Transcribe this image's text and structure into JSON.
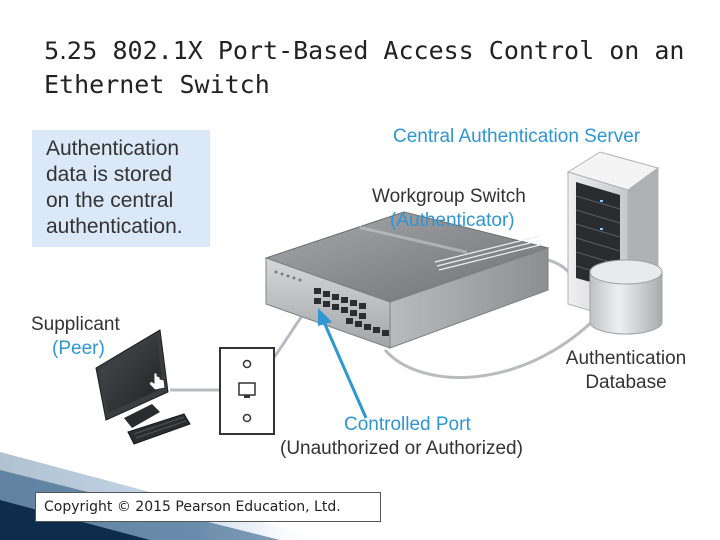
{
  "title": {
    "number": "5.25",
    "text": "802.1X Port-Based Access Control on an Ethernet Switch"
  },
  "callout": {
    "lines": [
      "Authentication",
      "data is stored",
      "on the central",
      "authentication."
    ]
  },
  "labels": {
    "server": "Central Authentication Server",
    "switch_name": "Workgroup Switch",
    "switch_role": "(Authenticator)",
    "supplicant_name": "Supplicant",
    "supplicant_role": "(Peer)",
    "database_line1": "Authentication",
    "database_line2": "Database",
    "port_name": "Controlled Port",
    "port_state": "(Unauthorized or Authorized)"
  },
  "copyright": "Copyright © 2015 Pearson Education, Ltd.",
  "colors": {
    "accent_blue": "#2e96d3",
    "callout_bg": "#dbe8f7",
    "text_dark": "#333333"
  }
}
